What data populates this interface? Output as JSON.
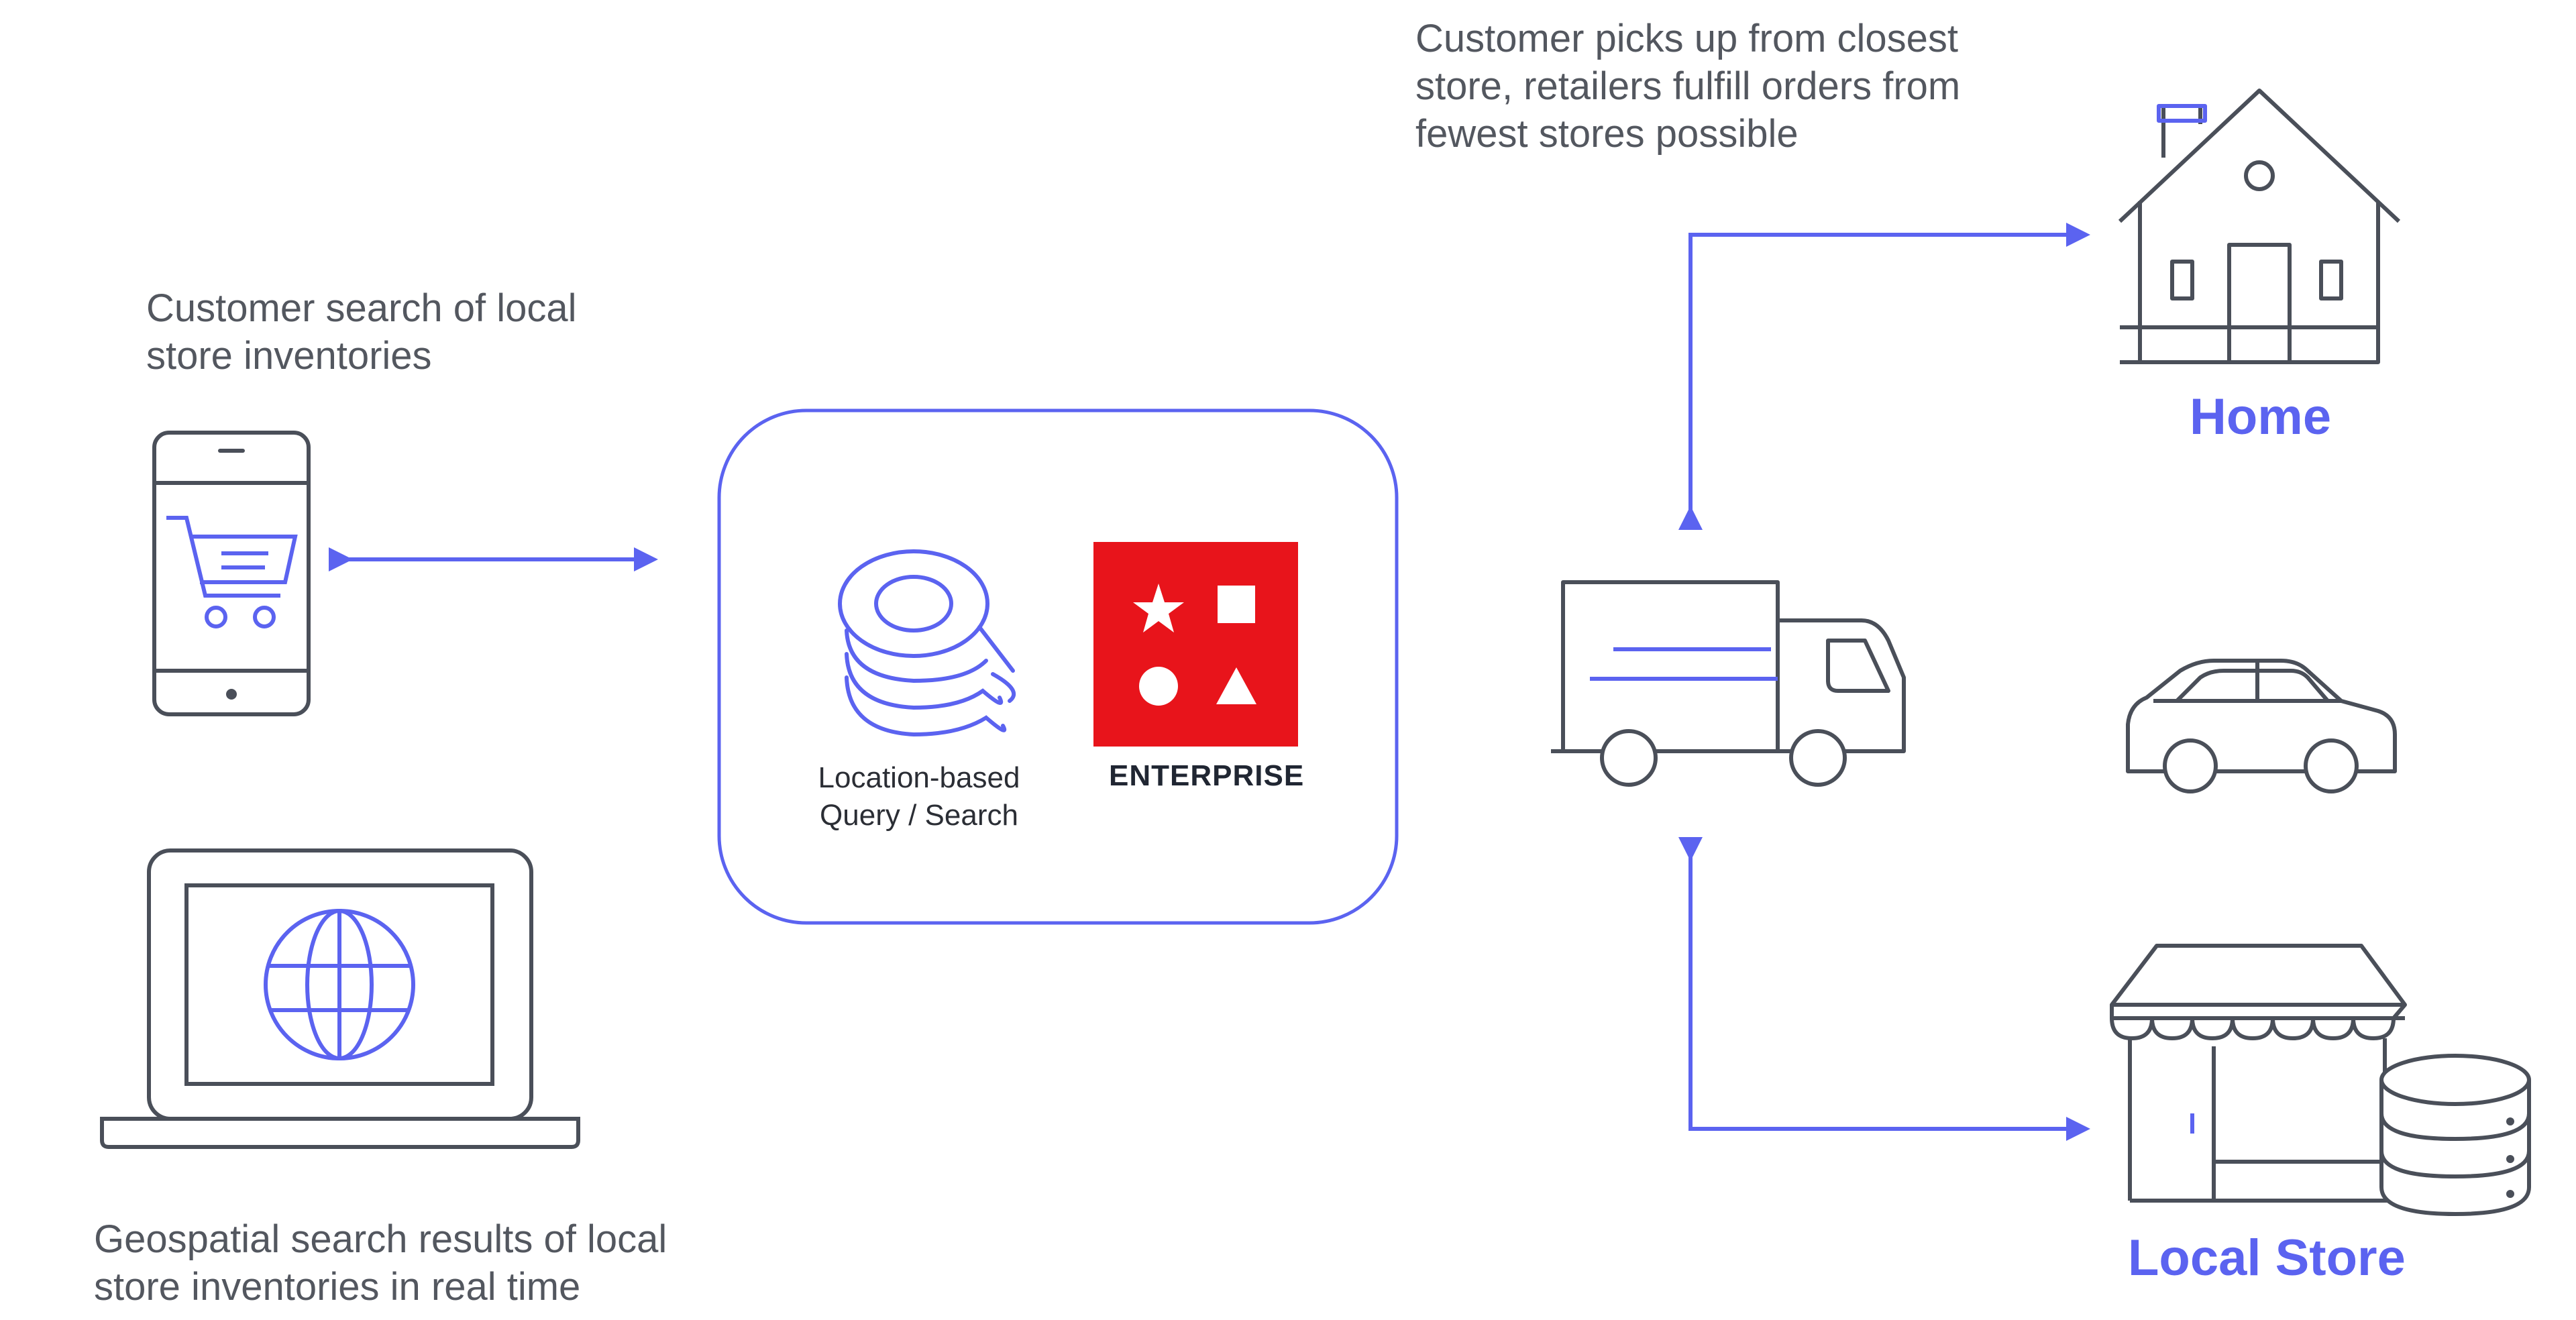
{
  "labels": {
    "customer_search": [
      "Customer search of local",
      "store inventories"
    ],
    "geospatial_results": [
      "Geospatial search results of local",
      "store inventories in real time"
    ],
    "pickup_note": [
      "Customer picks up from closest",
      "store, retailers fulfill orders from",
      "fewest stores possible"
    ],
    "location_query": [
      "Location-based",
      "Query / Search"
    ],
    "enterprise": "ENTERPRISE",
    "home": "Home",
    "local_store": "Local Store"
  },
  "colors": {
    "accent": "#5b63f0",
    "line": "#4a4f59",
    "enterprise_red": "#e8141b"
  },
  "icons": [
    "smartphone-cart-icon",
    "laptop-globe-icon",
    "search-stack-icon",
    "enterprise-shapes-icon",
    "delivery-truck-icon",
    "car-icon",
    "house-icon",
    "storefront-icon",
    "database-icon"
  ]
}
